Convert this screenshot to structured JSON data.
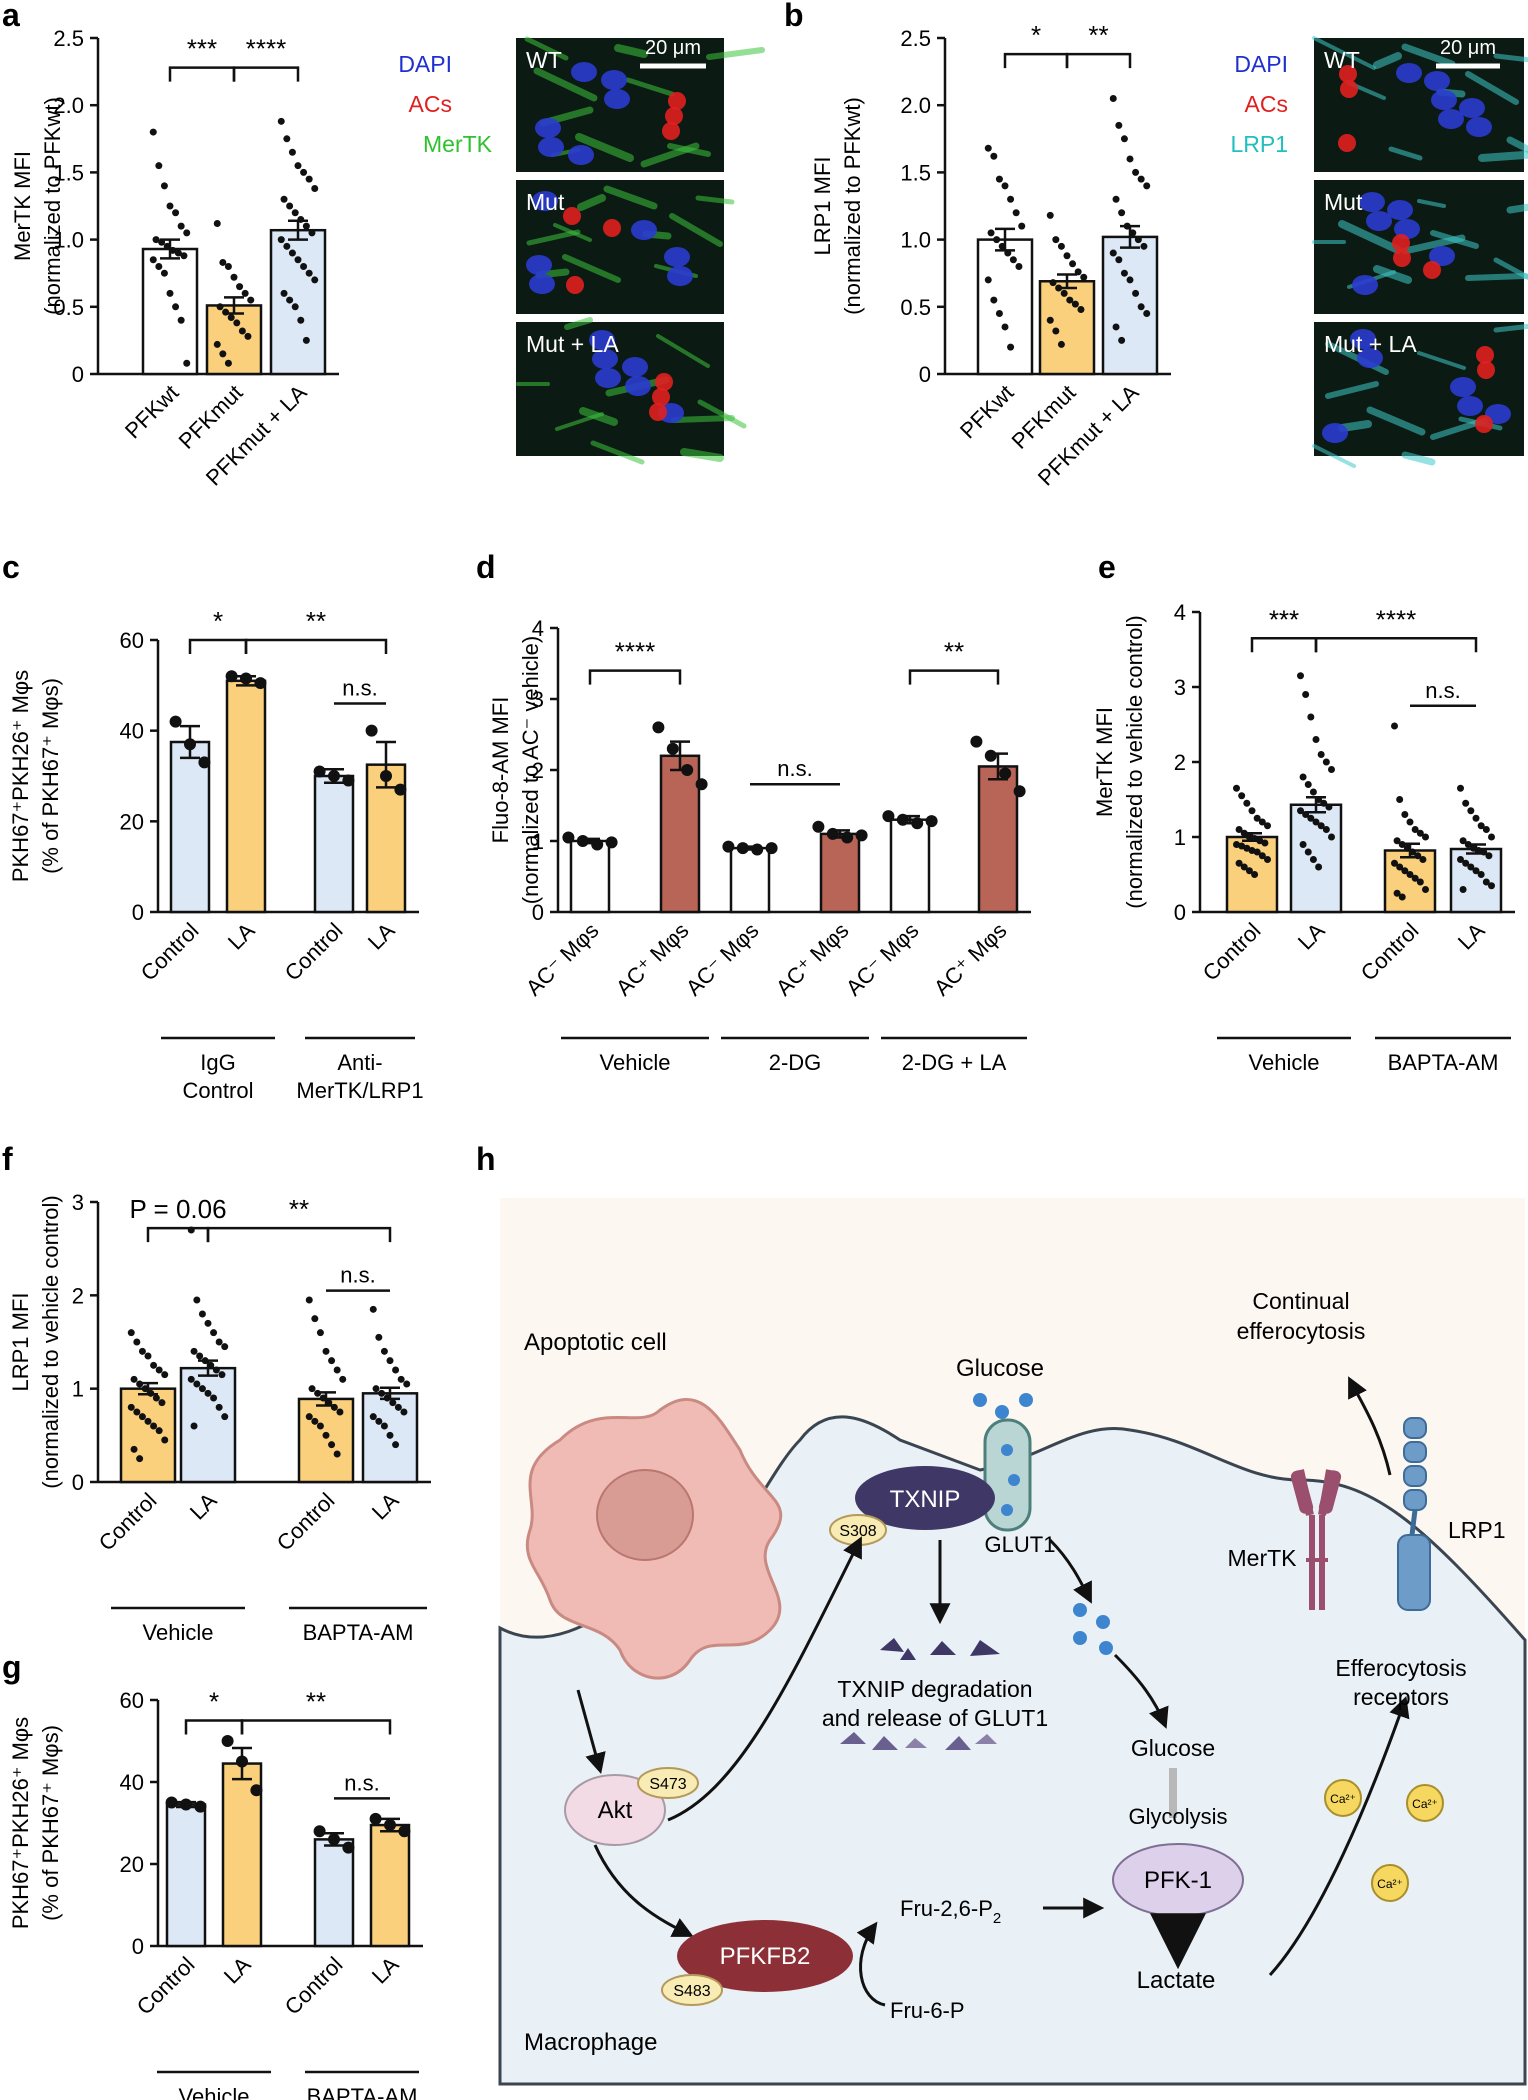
{
  "colors": {
    "white": "#ffffff",
    "orange": "#fbd07c",
    "blue": "#dce8f6",
    "red": "#b86558",
    "schematic_bg": "#fdf7f2",
    "cell_bg": "#e9f0f6",
    "apoptotic": "#f0bbb4",
    "txnip": "#3f3866",
    "pfkfb2": "#8c2f36",
    "pfk1": "#ddd0ea",
    "akt": "#f3dbe6",
    "phospho": "#f8ebb3",
    "ca": "#f6d860",
    "mertk": "#9b4f6e",
    "lrp1": "#6e9cc9",
    "glut1": "#b9d6d4",
    "glucose": "#3d86cf"
  },
  "micro_a": {
    "legend": [
      "DAPI",
      "ACs",
      "MerTK"
    ],
    "legend_colors": [
      "#2030d0",
      "#e02020",
      "#30c030"
    ],
    "scalebar": "20 μm",
    "panels": [
      "WT",
      "Mut",
      "Mut + LA"
    ]
  },
  "micro_b": {
    "legend": [
      "DAPI",
      "ACs",
      "LRP1"
    ],
    "legend_colors": [
      "#2030d0",
      "#e02020",
      "#20c0c0"
    ],
    "scalebar": "20 μm",
    "panels": [
      "WT",
      "Mut",
      "Mut + LA"
    ]
  },
  "chart_data": [
    {
      "panel": "a",
      "type": "bar",
      "ylabel": [
        "MerTK MFI",
        "(normalized to PFKwt)"
      ],
      "ylim": [
        0,
        2.5
      ],
      "yticks": [
        "0",
        "0.5",
        "1.0",
        "1.5",
        "2.0",
        "2.5"
      ],
      "categories": [
        "PFKwt",
        "PFKmut",
        "PFKmut + LA"
      ],
      "values": [
        0.93,
        0.51,
        1.07
      ],
      "errors": [
        0.07,
        0.06,
        0.07
      ],
      "fills": [
        "white",
        "orange",
        "blue"
      ],
      "dots": [
        [
          1.8,
          1.55,
          1.4,
          1.25,
          1.2,
          1.1,
          1.05,
          1.0,
          0.98,
          0.95,
          0.92,
          0.9,
          0.88,
          0.85,
          0.8,
          0.75,
          0.6,
          0.5,
          0.4,
          0.08
        ],
        [
          1.12,
          0.83,
          0.8,
          0.72,
          0.65,
          0.6,
          0.55,
          0.5,
          0.46,
          0.42,
          0.38,
          0.32,
          0.28,
          0.22,
          0.15,
          0.08
        ],
        [
          1.88,
          1.75,
          1.65,
          1.55,
          1.5,
          1.45,
          1.38,
          1.3,
          1.25,
          1.2,
          1.15,
          1.1,
          1.05,
          1.0,
          0.95,
          0.9,
          0.85,
          0.8,
          0.75,
          0.7,
          0.6,
          0.55,
          0.5,
          0.4,
          0.25
        ]
      ],
      "brackets": [
        {
          "from": 0,
          "to": 1,
          "label": "***",
          "level": 2.28
        },
        {
          "from": 1,
          "to": 2,
          "label": "****",
          "level": 2.28
        }
      ],
      "xgroups": []
    },
    {
      "panel": "b",
      "type": "bar",
      "ylabel": [
        "LRP1 MFI",
        "(normalized to PFKwt)"
      ],
      "ylim": [
        0,
        2.5
      ],
      "yticks": [
        "0",
        "0.5",
        "1.0",
        "1.5",
        "2.0",
        "2.5"
      ],
      "categories": [
        "PFKwt",
        "PFKmut",
        "PFKmut + LA"
      ],
      "values": [
        1.0,
        0.69,
        1.02
      ],
      "errors": [
        0.08,
        0.05,
        0.08
      ],
      "fills": [
        "white",
        "orange",
        "blue"
      ],
      "dots": [
        [
          1.68,
          1.62,
          1.45,
          1.4,
          1.3,
          1.2,
          1.1,
          1.05,
          1.0,
          0.95,
          0.9,
          0.85,
          0.8,
          0.7,
          0.55,
          0.45,
          0.35,
          0.2
        ],
        [
          1.18,
          1.0,
          0.95,
          0.88,
          0.82,
          0.76,
          0.72,
          0.68,
          0.64,
          0.6,
          0.55,
          0.52,
          0.48,
          0.4,
          0.32,
          0.22
        ],
        [
          2.05,
          1.85,
          1.75,
          1.6,
          1.5,
          1.45,
          1.4,
          1.3,
          1.2,
          1.1,
          1.05,
          1.0,
          0.95,
          0.9,
          0.85,
          0.75,
          0.7,
          0.6,
          0.5,
          0.45,
          0.35,
          0.25
        ]
      ],
      "brackets": [
        {
          "from": 0,
          "to": 1,
          "label": "*",
          "level": 2.38
        },
        {
          "from": 1,
          "to": 2,
          "label": "**",
          "level": 2.38
        }
      ],
      "xgroups": []
    },
    {
      "panel": "c",
      "type": "bar",
      "ylabel": [
        "PKH67⁺PKH26⁺ Mφs",
        "(% of PKH67⁺ Mφs)"
      ],
      "ylim": [
        0,
        60
      ],
      "yticks": [
        "0",
        "20",
        "40",
        "60"
      ],
      "categories": [
        "Control",
        "LA",
        "Control",
        "LA"
      ],
      "values": [
        37.5,
        51.0,
        30.0,
        32.5
      ],
      "errors": [
        3.5,
        1.0,
        1.5,
        5.0
      ],
      "fills": [
        "blue",
        "orange",
        "blue",
        "orange"
      ],
      "dots": [
        [
          42,
          37,
          33
        ],
        [
          52,
          51.5,
          50.5
        ],
        [
          31,
          30,
          29
        ],
        [
          40,
          30,
          27
        ]
      ],
      "brackets": [
        {
          "from": 0,
          "to": 1,
          "label": "*",
          "level": 60
        },
        {
          "from": 1,
          "to": 3,
          "label": "**",
          "level": 60
        },
        {
          "from": 2,
          "to": 3,
          "label": "n.s.",
          "level": 46
        }
      ],
      "xgroups": [
        {
          "from": 0,
          "to": 1,
          "label": [
            "IgG",
            "Control"
          ]
        },
        {
          "from": 2,
          "to": 3,
          "label": [
            "Anti-",
            "MerTK/LRP1"
          ]
        }
      ]
    },
    {
      "panel": "d",
      "type": "bar",
      "ylabel": [
        "Fluo-8-AM MFI",
        "(normalized to AC⁻ vehicle)"
      ],
      "ylim": [
        0,
        4
      ],
      "yticks": [
        "0",
        "1",
        "2",
        "3",
        "4"
      ],
      "categories": [
        "AC⁻ Mφs",
        "AC⁺ Mφs",
        "AC⁻ Mφs",
        "AC⁺ Mφs",
        "AC⁻ Mφs",
        "AC⁺ Mφs"
      ],
      "values": [
        1.0,
        2.2,
        0.9,
        1.1,
        1.3,
        2.05
      ],
      "errors": [
        0.03,
        0.2,
        0.02,
        0.05,
        0.05,
        0.18
      ],
      "fills": [
        "white",
        "red",
        "white",
        "red",
        "white",
        "red"
      ],
      "dots": [
        [
          1.05,
          1.0,
          0.95,
          0.98
        ],
        [
          2.6,
          2.3,
          2.0,
          1.8
        ],
        [
          0.92,
          0.9,
          0.88,
          0.9
        ],
        [
          1.2,
          1.1,
          1.05,
          1.08
        ],
        [
          1.35,
          1.3,
          1.25,
          1.28
        ],
        [
          2.4,
          2.2,
          1.95,
          1.7
        ]
      ],
      "brackets": [
        {
          "from": 0,
          "to": 1,
          "label": "****",
          "level": 3.4
        },
        {
          "from": 2,
          "to": 3,
          "label": "n.s.",
          "level": 1.8
        },
        {
          "from": 4,
          "to": 5,
          "label": "**",
          "level": 3.4
        }
      ],
      "xgroups": [
        {
          "from": 0,
          "to": 1,
          "label": [
            "Vehicle"
          ]
        },
        {
          "from": 2,
          "to": 3,
          "label": [
            "2-DG"
          ]
        },
        {
          "from": 4,
          "to": 5,
          "label": [
            "2-DG + LA"
          ]
        }
      ]
    },
    {
      "panel": "e",
      "type": "bar",
      "ylabel": [
        "MerTK MFI",
        "(normalized to vehicle control)"
      ],
      "ylim": [
        0,
        4
      ],
      "yticks": [
        "0",
        "1",
        "2",
        "3",
        "4"
      ],
      "categories": [
        "Control",
        "LA",
        "Control",
        "LA"
      ],
      "values": [
        1.0,
        1.43,
        0.82,
        0.84
      ],
      "errors": [
        0.05,
        0.1,
        0.09,
        0.06
      ],
      "fills": [
        "orange",
        "blue",
        "orange",
        "blue"
      ],
      "dots": [
        [
          1.65,
          1.55,
          1.45,
          1.35,
          1.25,
          1.2,
          1.15,
          1.1,
          1.05,
          1.0,
          0.98,
          0.95,
          0.92,
          0.9,
          0.88,
          0.85,
          0.82,
          0.8,
          0.75,
          0.7,
          0.65,
          0.6,
          0.55,
          0.5
        ],
        [
          3.15,
          2.9,
          2.6,
          2.3,
          2.1,
          2.0,
          1.9,
          1.8,
          1.7,
          1.6,
          1.5,
          1.45,
          1.4,
          1.35,
          1.3,
          1.25,
          1.2,
          1.15,
          1.1,
          1.0,
          0.9,
          0.8,
          0.7,
          0.6
        ],
        [
          2.48,
          1.5,
          1.3,
          1.2,
          1.1,
          1.05,
          1.0,
          0.95,
          0.9,
          0.85,
          0.8,
          0.75,
          0.7,
          0.65,
          0.6,
          0.55,
          0.5,
          0.45,
          0.4,
          0.3,
          0.25,
          0.2
        ],
        [
          1.65,
          1.45,
          1.35,
          1.25,
          1.15,
          1.1,
          1.0,
          0.95,
          0.9,
          0.85,
          0.82,
          0.8,
          0.75,
          0.7,
          0.65,
          0.6,
          0.55,
          0.5,
          0.4,
          0.35,
          0.3
        ]
      ],
      "brackets": [
        {
          "from": 0,
          "to": 1,
          "label": "***",
          "level": 3.65
        },
        {
          "from": 1,
          "to": 3,
          "label": "****",
          "level": 3.65
        },
        {
          "from": 2,
          "to": 3,
          "label": "n.s.",
          "level": 2.75
        }
      ],
      "xgroups": [
        {
          "from": 0,
          "to": 1,
          "label": [
            "Vehicle"
          ]
        },
        {
          "from": 2,
          "to": 3,
          "label": [
            "BAPTA-AM"
          ]
        }
      ]
    },
    {
      "panel": "f",
      "type": "bar",
      "ylabel": [
        "LRP1 MFI",
        "(normalized to vehicle control)"
      ],
      "ylim": [
        0,
        3
      ],
      "yticks": [
        "0",
        "1",
        "2",
        "3"
      ],
      "categories": [
        "Control",
        "LA",
        "Control",
        "LA"
      ],
      "values": [
        1.0,
        1.22,
        0.89,
        0.95
      ],
      "errors": [
        0.06,
        0.08,
        0.07,
        0.06
      ],
      "fills": [
        "orange",
        "blue",
        "orange",
        "blue"
      ],
      "dots": [
        [
          1.6,
          1.5,
          1.4,
          1.35,
          1.25,
          1.2,
          1.15,
          1.1,
          1.05,
          1.0,
          0.95,
          0.9,
          0.85,
          0.8,
          0.75,
          0.7,
          0.65,
          0.6,
          0.55,
          0.45,
          0.35,
          0.25
        ],
        [
          2.7,
          1.95,
          1.8,
          1.7,
          1.6,
          1.5,
          1.45,
          1.4,
          1.35,
          1.3,
          1.25,
          1.2,
          1.15,
          1.1,
          1.05,
          1.0,
          0.95,
          0.9,
          0.8,
          0.7,
          0.6
        ],
        [
          1.95,
          1.75,
          1.6,
          1.4,
          1.3,
          1.2,
          1.1,
          1.0,
          0.95,
          0.9,
          0.85,
          0.8,
          0.75,
          0.7,
          0.65,
          0.6,
          0.5,
          0.4,
          0.3
        ],
        [
          1.85,
          1.55,
          1.4,
          1.3,
          1.2,
          1.1,
          1.05,
          1.0,
          0.95,
          0.9,
          0.85,
          0.8,
          0.75,
          0.7,
          0.65,
          0.6,
          0.5,
          0.4
        ]
      ],
      "brackets": [
        {
          "from": 0,
          "to": 1,
          "label": "P = 0.06",
          "level": 2.72
        },
        {
          "from": 1,
          "to": 3,
          "label": "**",
          "level": 2.72
        },
        {
          "from": 2,
          "to": 3,
          "label": "n.s.",
          "level": 2.05
        }
      ],
      "xgroups": [
        {
          "from": 0,
          "to": 1,
          "label": [
            "Vehicle"
          ]
        },
        {
          "from": 2,
          "to": 3,
          "label": [
            "BAPTA-AM"
          ]
        }
      ]
    },
    {
      "panel": "g",
      "type": "bar",
      "ylabel": [
        "PKH67⁺PKH26⁺ Mφs",
        "(% of PKH67⁺ Mφs)"
      ],
      "ylim": [
        0,
        60
      ],
      "yticks": [
        "0",
        "20",
        "40",
        "60"
      ],
      "categories": [
        "Control",
        "LA",
        "Control",
        "LA"
      ],
      "values": [
        34.5,
        44.5,
        26.0,
        29.5
      ],
      "errors": [
        0.6,
        3.8,
        1.5,
        1.5
      ],
      "fills": [
        "blue",
        "orange",
        "blue",
        "orange"
      ],
      "dots": [
        [
          35,
          34.5,
          34
        ],
        [
          50,
          45,
          38
        ],
        [
          28,
          26,
          24
        ],
        [
          31,
          29.5,
          28
        ]
      ],
      "brackets": [
        {
          "from": 0,
          "to": 1,
          "label": "*",
          "level": 55
        },
        {
          "from": 1,
          "to": 3,
          "label": "**",
          "level": 55
        },
        {
          "from": 2,
          "to": 3,
          "label": "n.s.",
          "level": 36
        }
      ],
      "xgroups": [
        {
          "from": 0,
          "to": 1,
          "label": [
            "Vehicle"
          ]
        },
        {
          "from": 2,
          "to": 3,
          "label": [
            "BAPTA-AM"
          ]
        }
      ]
    }
  ],
  "schematic": {
    "apoptotic_cell": "Apoptotic cell",
    "macrophage": "Macrophage",
    "glucose_top": "Glucose",
    "glut1": "GLUT1",
    "txnip": "TXNIP",
    "s308": "S308",
    "txnip_degradation": [
      "TXNIP degradation",
      "and release of GLUT1"
    ],
    "akt": "Akt",
    "s473": "S473",
    "pfkfb2": "PFKFB2",
    "s483": "S483",
    "fru26p2": "Fru-2,6-P",
    "fru26p2_sub": "2",
    "fru6p": "Fru-6-P",
    "glucose_inner": "Glucose",
    "glycolysis": "Glycolysis",
    "pfk1": "PFK-1",
    "lactate": "Lactate",
    "ca": "Ca²⁺",
    "continual": [
      "Continual",
      "efferocytosis"
    ],
    "mertk": "MerTK",
    "lrp1": "LRP1",
    "receptors": [
      "Efferocytosis",
      "receptors"
    ]
  }
}
